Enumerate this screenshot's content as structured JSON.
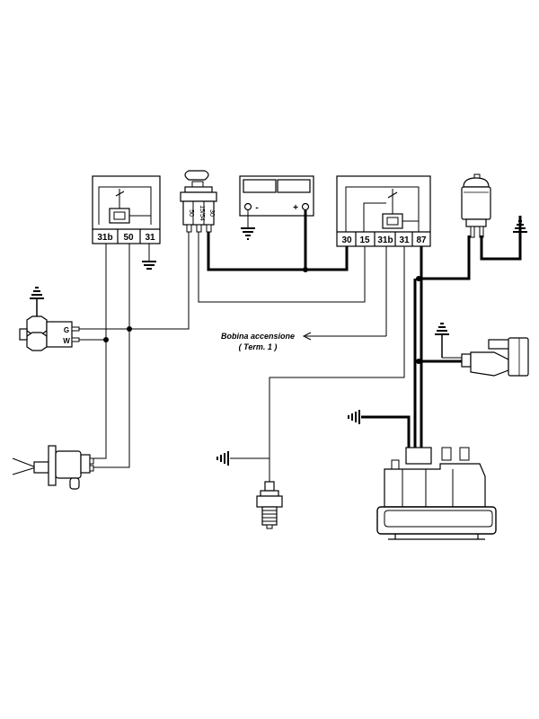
{
  "relay_left": {
    "terminals": [
      "31b",
      "50",
      "31"
    ]
  },
  "relay_right": {
    "terminals": [
      "30",
      "15",
      "31b",
      "31",
      "87"
    ]
  },
  "ignition_switch": {
    "terminals": [
      "50",
      "15/54",
      "30"
    ]
  },
  "battery": {
    "minus_label": "-",
    "plus_label": "+"
  },
  "sensor": {
    "g_label": "G",
    "w_label": "W"
  },
  "coil_note": {
    "line1": "Bobina accensione",
    "line2": "( Term. 1 )"
  },
  "colors": {
    "ink": "#000000",
    "paper": "#ffffff"
  }
}
